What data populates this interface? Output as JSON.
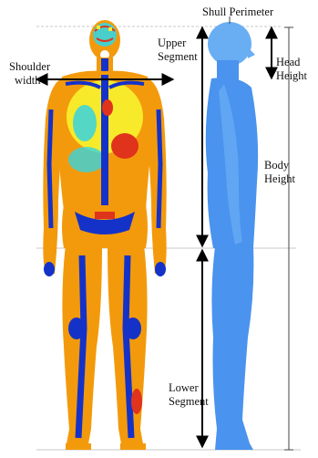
{
  "labels": {
    "skull_perimeter": "Shull Perimeter",
    "upper_segment": [
      "Upper",
      "Segment"
    ],
    "shoulder_width": [
      "Shoulder",
      "width"
    ],
    "head_height": [
      "Head",
      "Height"
    ],
    "body_height": [
      "Body",
      "Height"
    ],
    "lower_segment": [
      "Lower",
      "Segment"
    ]
  },
  "colors": {
    "skin_orange": "#f39a0c",
    "tissue_yellow": "#f7ea2a",
    "organ_red": "#e0331b",
    "organ_cyan": "#37d4df",
    "bone_blue": "#1532c8",
    "silhouette_blue": "#4a93ee",
    "silhouette_head": "#69aef3",
    "arrow_black": "#000000",
    "guide_gray": "#c8c8c8"
  }
}
